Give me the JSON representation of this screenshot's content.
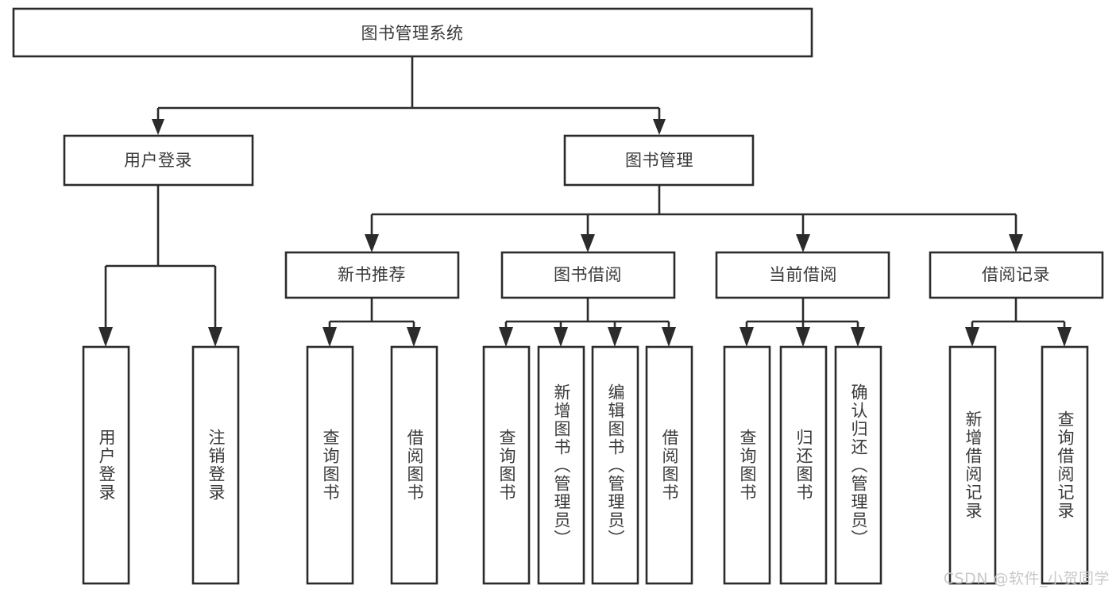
{
  "diagram": {
    "title": "图书管理系统",
    "type": "tree-hierarchy",
    "watermark": "CSDN @软件_小贺同学",
    "colors": {
      "background": "#ffffff",
      "box_fill": "#ffffff",
      "box_stroke": "#2b2b2b",
      "text": "#3a3a3a",
      "watermark": "#c9c9c9"
    },
    "root": {
      "id": "root",
      "label": "图书管理系统",
      "orientation": "horizontal"
    },
    "level2": [
      {
        "id": "user-login",
        "label": "用户登录",
        "orientation": "horizontal"
      },
      {
        "id": "book-manage",
        "label": "图书管理",
        "orientation": "horizontal"
      }
    ],
    "level3": [
      {
        "id": "new-book-recommend",
        "label": "新书推荐",
        "orientation": "horizontal"
      },
      {
        "id": "book-borrow",
        "label": "图书借阅",
        "orientation": "horizontal"
      },
      {
        "id": "current-borrow",
        "label": "当前借阅",
        "orientation": "horizontal"
      },
      {
        "id": "borrow-record",
        "label": "借阅记录",
        "orientation": "horizontal"
      }
    ],
    "leaves": [
      {
        "id": "leaf-user-login",
        "label": "用户登录",
        "parent": "user-login",
        "orientation": "vertical"
      },
      {
        "id": "leaf-user-logout",
        "label": "注销登录",
        "parent": "user-login",
        "orientation": "vertical"
      },
      {
        "id": "leaf-query-book-1",
        "label": "查询图书",
        "parent": "new-book-recommend",
        "orientation": "vertical"
      },
      {
        "id": "leaf-borrow-book-1",
        "label": "借阅图书",
        "parent": "new-book-recommend",
        "orientation": "vertical"
      },
      {
        "id": "leaf-query-book-2",
        "label": "查询图书",
        "parent": "book-borrow",
        "orientation": "vertical"
      },
      {
        "id": "leaf-add-book",
        "label": "新增图书（管理员）",
        "parent": "book-borrow",
        "orientation": "vertical"
      },
      {
        "id": "leaf-edit-book",
        "label": "编辑图书（管理员）",
        "parent": "book-borrow",
        "orientation": "vertical"
      },
      {
        "id": "leaf-borrow-book-2",
        "label": "借阅图书",
        "parent": "book-borrow",
        "orientation": "vertical"
      },
      {
        "id": "leaf-query-book-3",
        "label": "查询图书",
        "parent": "current-borrow",
        "orientation": "vertical"
      },
      {
        "id": "leaf-return-book",
        "label": "归还图书",
        "parent": "current-borrow",
        "orientation": "vertical"
      },
      {
        "id": "leaf-confirm-return",
        "label": "确认归还（管理员）",
        "parent": "current-borrow",
        "orientation": "vertical"
      },
      {
        "id": "leaf-add-record",
        "label": "新增借阅记录",
        "parent": "borrow-record",
        "orientation": "vertical"
      },
      {
        "id": "leaf-query-record",
        "label": "查询借阅记录",
        "parent": "borrow-record",
        "orientation": "vertical"
      }
    ]
  }
}
